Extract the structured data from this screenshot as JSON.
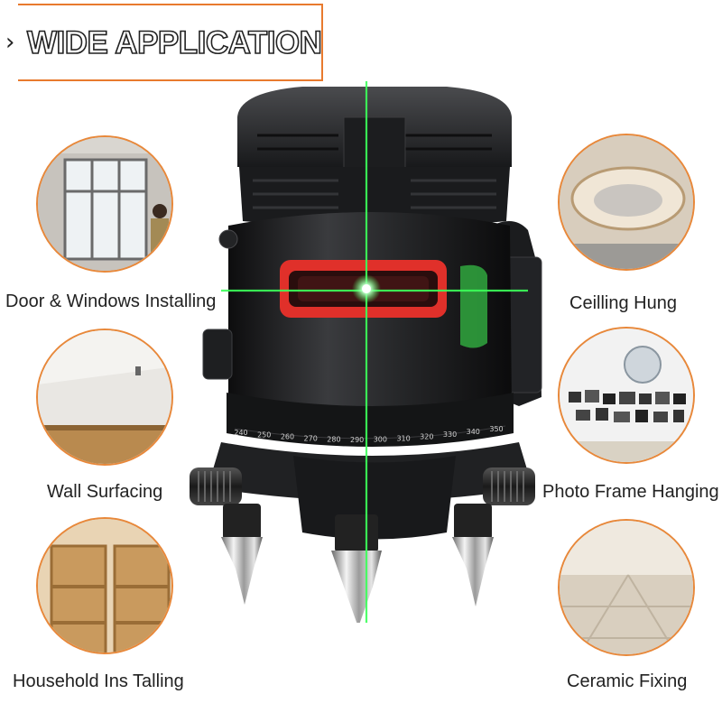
{
  "banner": {
    "title": "WIDE APPLICATION",
    "chevron_icon": "chevron-right-icon",
    "accent": "#e87a2e"
  },
  "applications": [
    {
      "label": "Door & Windows Installing",
      "icon": "window-scene"
    },
    {
      "label": "Ceilling Hung",
      "icon": "ceiling-scene"
    },
    {
      "label": "Wall Surfacing",
      "icon": "wall-scene"
    },
    {
      "label": "Photo Frame Hanging",
      "icon": "photo-wall-scene"
    },
    {
      "label": "Household Ins Talling",
      "icon": "shelf-scene"
    },
    {
      "label": "Ceramic Fixing",
      "icon": "tile-floor-scene"
    }
  ],
  "device": {
    "scale_ticks": [
      "240",
      "250",
      "260",
      "270",
      "280",
      "290",
      "300",
      "310",
      "320",
      "330",
      "340",
      "350"
    ],
    "laser_color": "#3cff5a",
    "window_color": "#e0302a"
  }
}
